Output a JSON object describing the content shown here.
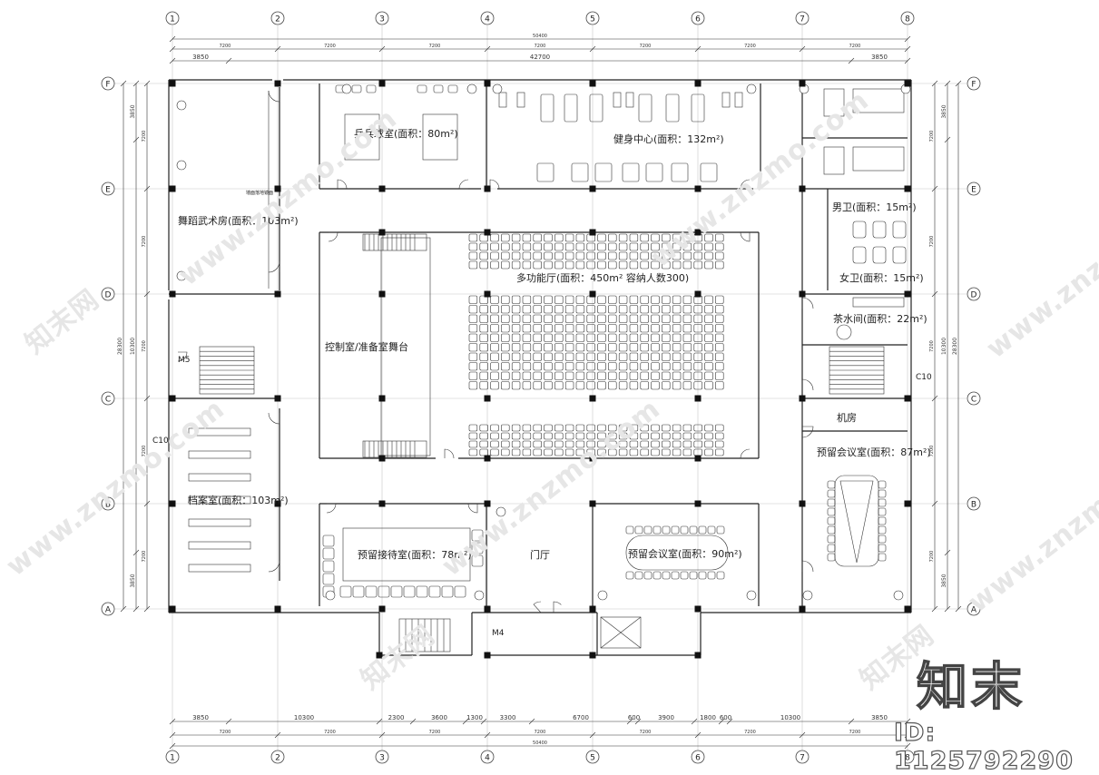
{
  "grid": {
    "cols": [
      "1",
      "2",
      "3",
      "4",
      "5",
      "6",
      "7",
      "8"
    ],
    "rows": [
      "F",
      "E",
      "D",
      "C",
      "B",
      "A"
    ]
  },
  "dims": {
    "top_total": "50400",
    "top_spans": [
      "7200",
      "7200",
      "7200",
      "7200",
      "7200",
      "7200",
      "7200"
    ],
    "top_segments": [
      "3850",
      "42700",
      "3850"
    ],
    "bottom_segments": [
      "3850",
      "10300",
      "2300",
      "3600",
      "1300",
      "3300",
      "6700",
      "600",
      "3900",
      "1800",
      "600",
      "10300",
      "3850"
    ],
    "bottom_spans": [
      "7200",
      "7200",
      "7200",
      "7200",
      "7200",
      "7200",
      "7200"
    ],
    "bottom_total": "50400",
    "left_total": "28300",
    "left_segments": [
      "3850",
      "10300",
      "3850"
    ],
    "left_spans": [
      "7200",
      "7200",
      "7200",
      "7200",
      "7200"
    ],
    "right_total": "28300",
    "right_segments": [
      "3850",
      "10300",
      "3850"
    ],
    "right_spans": [
      "7200",
      "7200",
      "7200",
      "7200",
      "7200"
    ]
  },
  "rooms": {
    "pingpong": "乒乓球室(面积：80m²)",
    "gym": "健身中心(面积：132m²)",
    "dance": "舞蹈武术房(面积：103m²)",
    "multihall": "多功能厅(面积：450m² 容纳人数300)",
    "control": "控制室/准备室",
    "stage": "舞台",
    "archive": "档案室(面积：103m²)",
    "reception": "预留接待室(面积：78m²)",
    "lobby": "门厅",
    "meeting90": "预留会议室(面积：90m²)",
    "meeting87": "预留会议室(面积：87m²)",
    "men_wc": "男卫(面积：15m²)",
    "women_wc": "女卫(面积：15m²)",
    "tea": "茶水间(面积：22m²)",
    "machine": "机房"
  },
  "labels": {
    "m5": "M5",
    "c10_left": "C10",
    "c10_right": "C10",
    "m4": "M4",
    "dance_mirror": "墙面落地镜面"
  },
  "watermarks": {
    "site": "www.znzmo.com",
    "brand_short": "知末网"
  },
  "brand": {
    "logo": "知末",
    "id": "ID: 1125792290"
  }
}
